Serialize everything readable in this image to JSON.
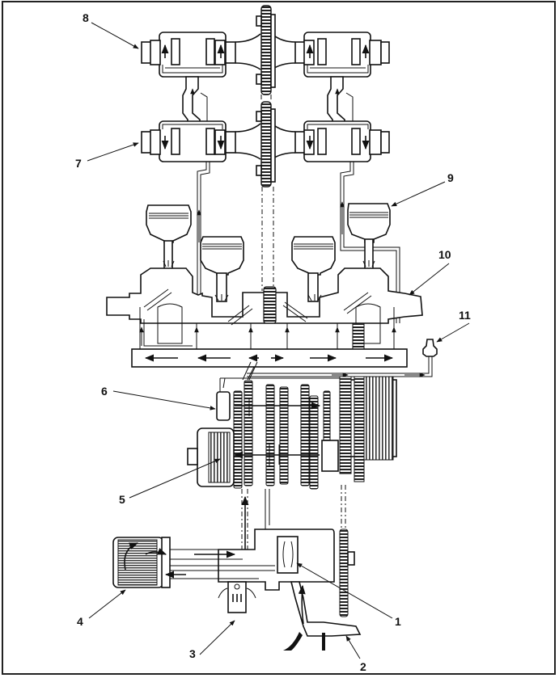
{
  "diagram": {
    "type": "engine lubrication system schematic",
    "callouts": [
      {
        "id": "1",
        "label": "1"
      },
      {
        "id": "2",
        "label": "2"
      },
      {
        "id": "3",
        "label": "3"
      },
      {
        "id": "4",
        "label": "4"
      },
      {
        "id": "5",
        "label": "5"
      },
      {
        "id": "6",
        "label": "6"
      },
      {
        "id": "7",
        "label": "7"
      },
      {
        "id": "8",
        "label": "8"
      },
      {
        "id": "9",
        "label": "9"
      },
      {
        "id": "10",
        "label": "10"
      },
      {
        "id": "11",
        "label": "11"
      }
    ],
    "components": {
      "camshafts_upper": "intake/exhaust camshaft pair (top)",
      "camshafts_lower": "camshaft pair (lower)",
      "cam_sprockets": "cam chain sprockets",
      "pistons": "four pistons",
      "crankshaft": "crankshaft",
      "main_gallery": "main oil gallery",
      "pressure_switch": "oil pressure switch",
      "transmission": "transmission shafts and gears",
      "clutch": "clutch",
      "oil_filter": "oil filter",
      "oil_pump": "oil pump",
      "relief_valve": "relief valve",
      "strainer": "oil strainer"
    }
  }
}
